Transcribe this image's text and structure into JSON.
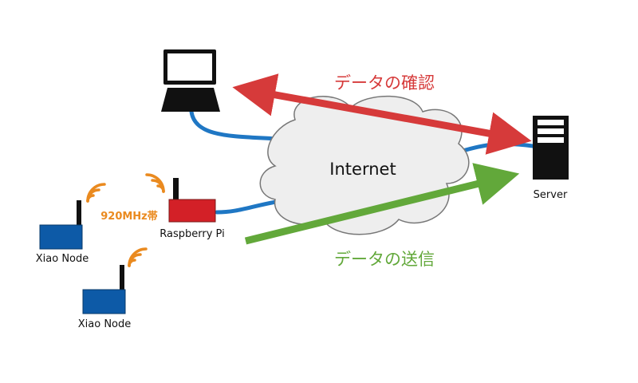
{
  "labels": {
    "internet": "Internet",
    "server": "Server",
    "raspberry_pi": "Raspberry Pi",
    "xiao_node_1": "Xiao Node",
    "xiao_node_2": "Xiao Node",
    "radio_band": "920MHz帯",
    "data_check": "データの確認",
    "data_send": "データの送信"
  },
  "colors": {
    "cable": "#1f77c4",
    "check_arrow": "#d63a3a",
    "send_arrow": "#62a83a",
    "check_text": "#d63a3a",
    "send_text": "#62a83a",
    "radio_text": "#ea8a1f",
    "wifi_waves": "#ea8a1f",
    "xiao_body": "#0d5aa7",
    "raspberry_body": "#d32027",
    "cloud_fill": "#eeeeee",
    "cloud_stroke": "#777777",
    "device_black": "#111111"
  }
}
